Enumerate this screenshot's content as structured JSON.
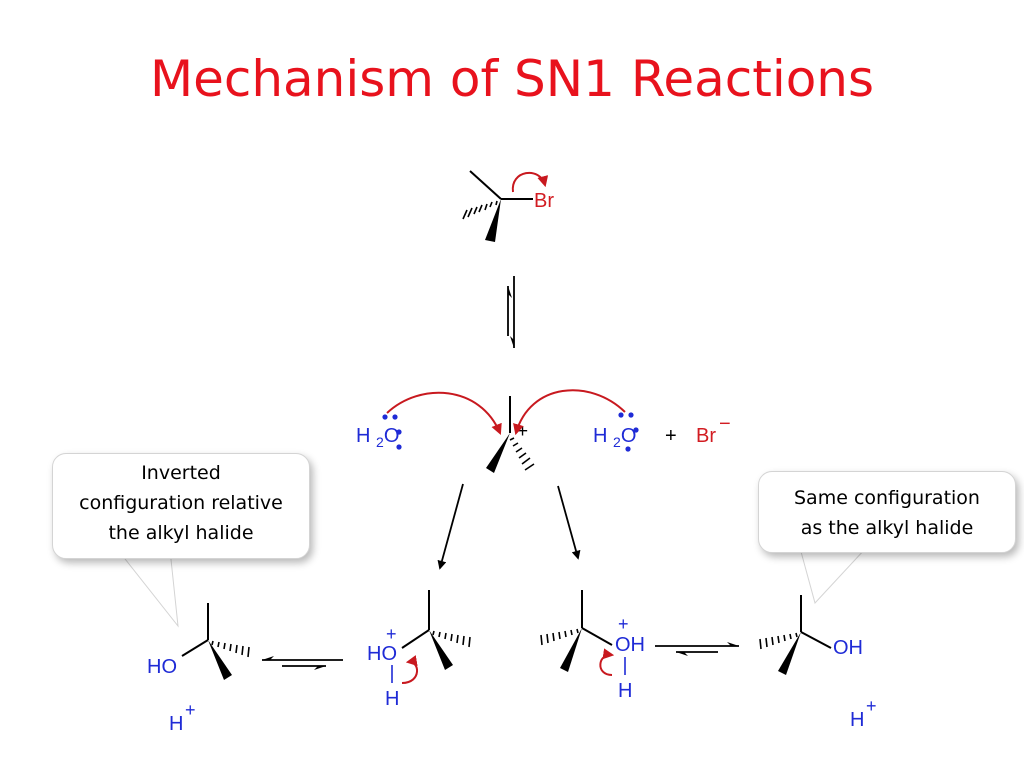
{
  "title": "Mechanism of SN1 Reactions",
  "colors": {
    "title": "#e8121d",
    "arrow": "#c8191f",
    "blue": "#1f2bd6",
    "bromine": "#d21c22",
    "bond": "#000000"
  },
  "labels": {
    "bromine": "Br",
    "water_left": "H2O",
    "water_right": "H2O",
    "plus_sign": "+",
    "bromide": "Br",
    "bromide_charge": "−",
    "carbocation_charge": "+",
    "product_left_ho": "HO",
    "product_left_h": "H",
    "product_left_h_charge": "+",
    "oxonium_left_ho": "HO",
    "oxonium_left_charge": "+",
    "oxonium_left_h": "H",
    "oxonium_right_oh": "OH",
    "oxonium_right_charge": "+",
    "oxonium_right_h": "H",
    "product_right_oh": "OH",
    "product_right_h": "H",
    "product_right_h_charge": "+"
  },
  "callouts": {
    "left": [
      "Inverted",
      "configuration relative",
      "the alkyl halide"
    ],
    "right": [
      "Same configuration",
      "as the alkyl halide"
    ]
  }
}
